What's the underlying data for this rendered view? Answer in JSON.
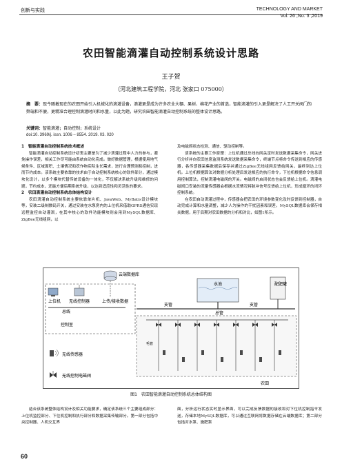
{
  "header": {
    "section": "创新与实践",
    "journal": "TECHNOLOGY AND MARKET",
    "volume": "Vol. 26 ,No. 3 ,2019"
  },
  "article": {
    "title": "农田智能滴灌自动控制系统设计思路",
    "author": "王子贺",
    "affiliation": "（河北建筑工程学院，河北 张家口 075000）",
    "abstract_label": "摘　要：",
    "abstract": "现今随着现在的农田开始引入机械化的滴灌设备，滴灌更是成为许多农业大棚、果树、棉花产业的首选，智能滴灌的引入更是解决了人工开关阀门的弊端和不便，更精准合理控制滴灌时间和水量，以此为题，研究农田智能滴灌自动控制系统的整体设计思路。",
    "keywords_label": "关键词：",
    "keywords": "智能滴灌；自动控制；系统设计",
    "doi": "doi:10. 3969/j. issn. 1006 – 8554. 2019. 03. 020"
  },
  "left_column": {
    "h1": "1　智能滴灌自动控制系统技术概述",
    "p1": "智能滴灌自动控制系统设计初衷主要是为了减少滴灌过程中人力的参与，避免操作误差，相关工作尽可能由系统自动化完成。做好数据管理，根据使用地气候条件、区域面积、土壤情况和农作物实际生长需求，进行合理预测和控制，进而节约成本。该系统主要依靠的技术由于自动控制系统核心的软件部分，通过模块化设计，以多个模块代替传统设备的一体化，不仅解决系统升级和维修的问题，节约成本，还能方便后期系统升级，以达到适应性和灵活性的要求。",
    "h2": "2　农田滴灌自动控制系统总体结构设计",
    "p2": "农田滴灌自动控制系统主要依靠单片机、JavaWeb、MyBatis设计模块等，安装二级制数码开关，通过安装在水泵房内的上位机来借助GPRS通信实现远程监控自动灌溉，在其中核心的软件功能模块则会用到MySQL数据库、ZigBee无线组网，以"
  },
  "right_column": {
    "p1": "及电磁阀状态检测、通信、驱动控制等。",
    "p2": "该系统的主要工作原理：上位机通过总线向网关定时发送数据采集命令，网关进行分析并向农田信息监测系统发送数据采集命令，终端节点将命令传送到相应的传感器，各传感器采集数据后保存并通过ZigBee无线组网反馈给网关，最终到达上位机。上位机根据算法对数据分析处理后发送相应的执行命令，下位机根据命令信息调用控制算法，控制滴灌电磁阀的开关。电磁阀的启闭状态也会反馈给上位机。滴灌电磁阀口安装的流量传感器会根据水流情况将脉冲信号反馈给上位机，形成循环的闭环控制系统。",
    "p3": "在农田自动滴灌过程中，传感器会把农田的环境参数变化及时反馈到控制器，自动完成计算和水量调整，减少人为操作的干扰因素和误差，MySQL数据库会保存相关数据，用于后期对农田数据的分析和对比，如图1所示。"
  },
  "figure": {
    "label_monitor": "云端数据库",
    "label_host": "上位机",
    "label_wireless_ctrl": "无线控制器",
    "label_io": "上传/接收数据",
    "label_bus": "总线",
    "label_ctrl_room": "控制室",
    "label_sensor": "无线传感器",
    "label_valve": "无线控制电磁阀",
    "label_tank": "水池",
    "label_fert": "配肥罐",
    "label_main_pipe": "总管",
    "label_branch1": "支管",
    "label_branch2": "支管",
    "label_field": "农田",
    "label_dripper": "毛管",
    "caption": "图1　农田智能滴灌自动控制系统总体结构图"
  },
  "bottom_left": {
    "p": "结合该系统整体结构设计及相关功能要求，确定该系统三个主要组成部分：上位机监控部分、下位机控制和执行部分和数据采集传输部分。第一部分包括中央控制器、人机交互界"
  },
  "bottom_right": {
    "p": "面，分析运行状态实时显示界面，可以完成反馈数据的接收和对下位机控制指令发送，存储本地MySQL数据库，可以通过互联网将数据存储在云端数据库；第二部分包括对水泵、施肥泵"
  },
  "page_number": "60"
}
